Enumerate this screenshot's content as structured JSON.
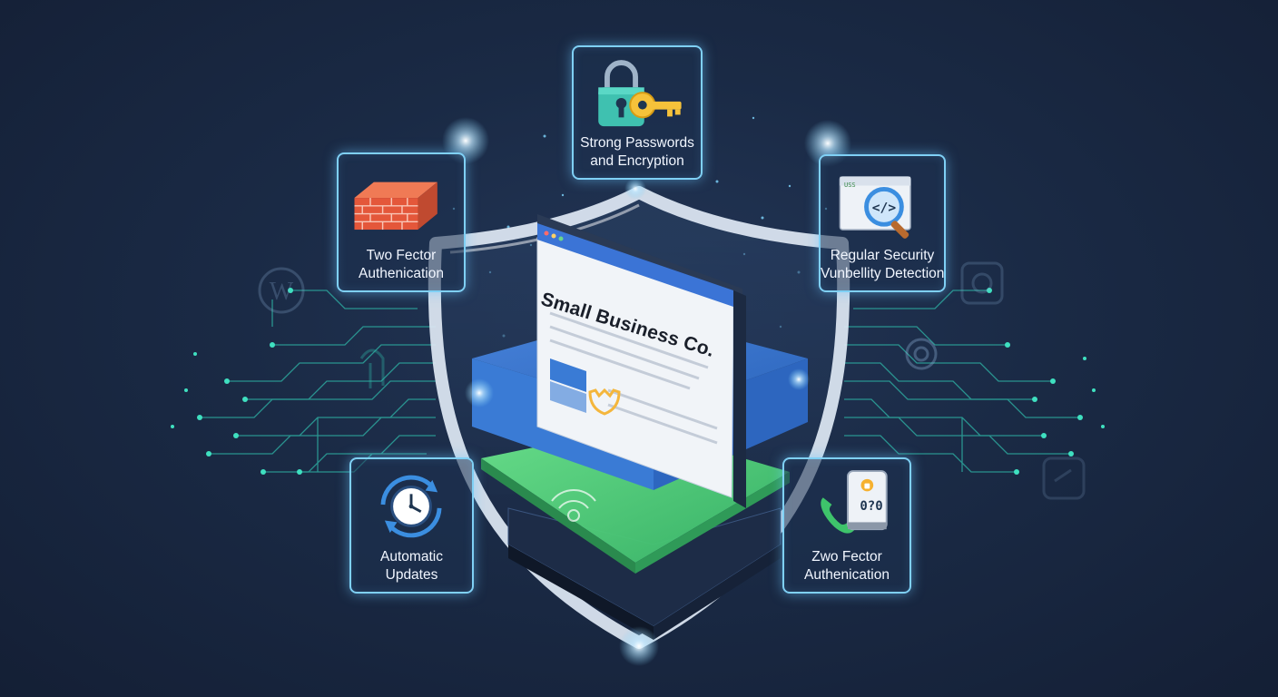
{
  "center": {
    "site_title": "Small Business Co."
  },
  "cards": {
    "strong_passwords": {
      "line1": "Strong Passwords",
      "line2": "and Encryption"
    },
    "firewall": {
      "line1": "Two Fector",
      "line2": "Authenication"
    },
    "security_scan": {
      "line1": "Regular Security",
      "line2": "Vunbellity Detection",
      "screen_text": "USS"
    },
    "automatic_updates": {
      "line1": "Automatic",
      "line2": "Updates"
    },
    "two_factor": {
      "line1": "Zwo Fector",
      "line2": "Authenication",
      "code": "0?0"
    }
  },
  "colors": {
    "background": "#1a2a45",
    "card_border": "#7fd0f5",
    "shield_outline": "#dfe9f5",
    "platform_blue": "#3a7bd5",
    "platform_green": "#4fd17a",
    "accent_teal": "#3fe0c0"
  },
  "icons": [
    "padlock-icon",
    "key-icon",
    "brick-wall-icon",
    "code-magnifier-icon",
    "clock-refresh-icon",
    "phone-icon",
    "smartphone-icon",
    "wordpress-icon",
    "fingerprint-icon"
  ]
}
